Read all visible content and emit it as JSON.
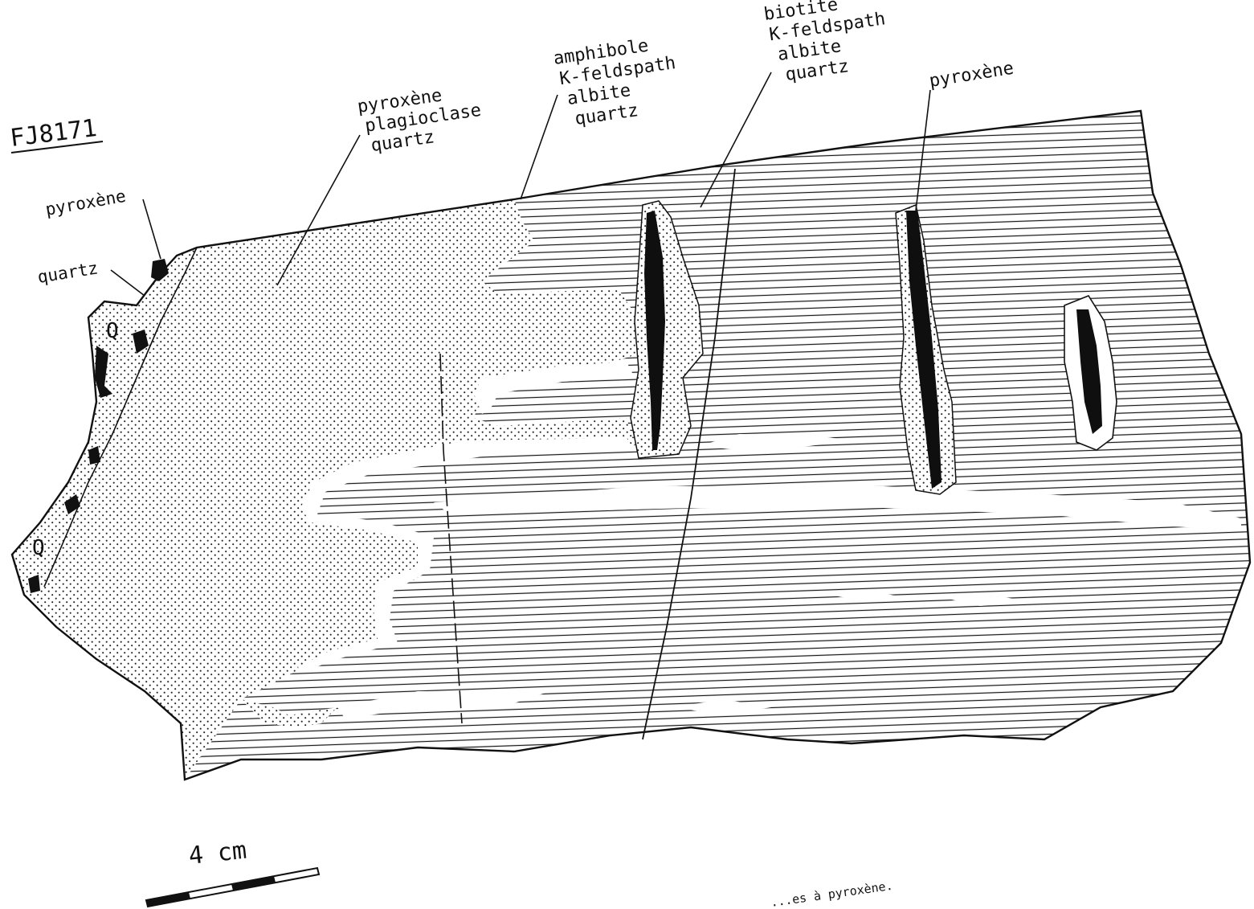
{
  "figure": {
    "specimen_id": "FJ8171",
    "labels": {
      "pyroxene_vein_edge": "pyroxène",
      "quartz_edge": "quartz",
      "quartz_mark_upper": "Q",
      "quartz_mark_lower": "Q",
      "zone_pyroxene": "pyroxène",
      "zone_plagioclase": "plagioclase",
      "zone_quartz": "quartz",
      "halo_amphibole": "amphibole",
      "halo_kfeldspath": "K-feldspath",
      "halo_albite": "albite",
      "halo_quartz": "quartz",
      "matrix_biotite": "biotite",
      "matrix_kfeldspath": "K-feldspath",
      "matrix_albite": "albite",
      "matrix_quartz": "quartz",
      "vein_pyroxene": "pyroxène"
    },
    "scale_bar": {
      "label": "4 cm"
    },
    "caption_fragment": "...es à pyroxène."
  },
  "legend_colors": {
    "ink": "#111111",
    "paper": "#ffffff"
  }
}
